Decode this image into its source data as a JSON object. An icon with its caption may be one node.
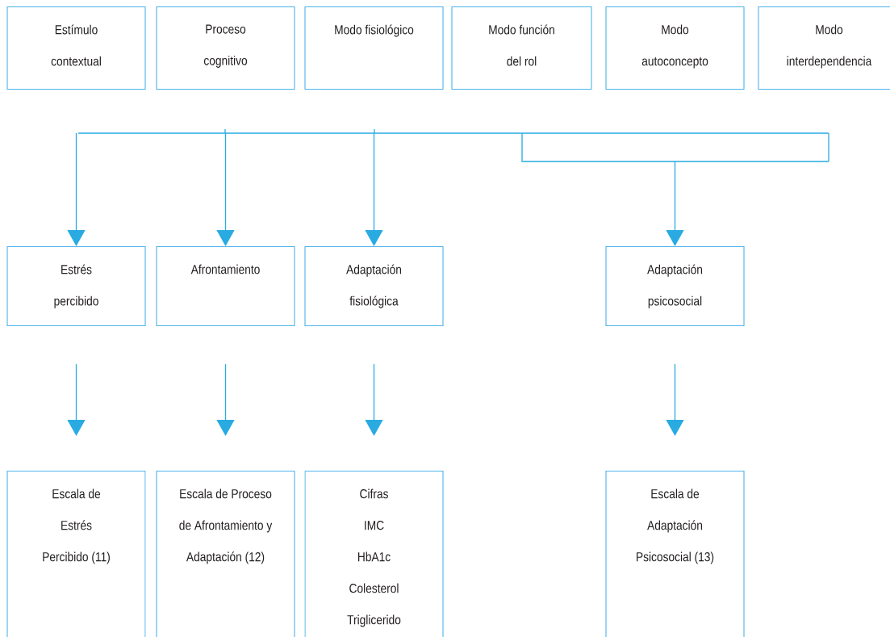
{
  "diagram": {
    "nodes": [
      {
        "text": [
          "Estímulo contextual"
        ]
      },
      {
        "text": [
          "Proceso cognitivo"
        ]
      },
      {
        "text": [
          "Modo fisiológico"
        ]
      },
      {
        "text": [
          "Modo función del rol"
        ]
      },
      {
        "text": [
          "Modo autoconcepto"
        ]
      },
      {
        "text": [
          "Modo interdependencia"
        ]
      },
      {
        "text": [
          "Estrés percibido"
        ]
      },
      {
        "text": [
          "Afrontamiento"
        ]
      },
      {
        "text": [
          "Adaptación fisiológica"
        ]
      },
      {
        "text": [
          "Adaptación psicosocial"
        ]
      },
      {
        "text": [
          "Escala de Estrés Percibido (11)"
        ]
      },
      {
        "text": [
          "Escala de Proceso de Afrontamiento y Adaptación (12)"
        ]
      },
      {
        "text": [
          "Cifras",
          "IMC",
          "HbA1c",
          "Colesterol",
          "Triglicerido"
        ]
      },
      {
        "text": [
          "Escala de Adaptación Psicosocial (13)"
        ]
      }
    ],
    "edges": [
      {
        "from": null,
        "to": 6,
        "arrow": "to"
      },
      {
        "from": null,
        "to": 7,
        "arrow": "to"
      },
      {
        "from": null,
        "to": 8,
        "arrow": "to"
      },
      {
        "from": null,
        "to": 9,
        "arrow": "to"
      },
      {
        "from": 6,
        "to": 10,
        "arrow": "to"
      },
      {
        "from": 7,
        "to": 11,
        "arrow": "to"
      },
      {
        "from": 8,
        "to": 12,
        "arrow": "to"
      },
      {
        "from": 9,
        "to": 13,
        "arrow": "to"
      }
    ]
  }
}
